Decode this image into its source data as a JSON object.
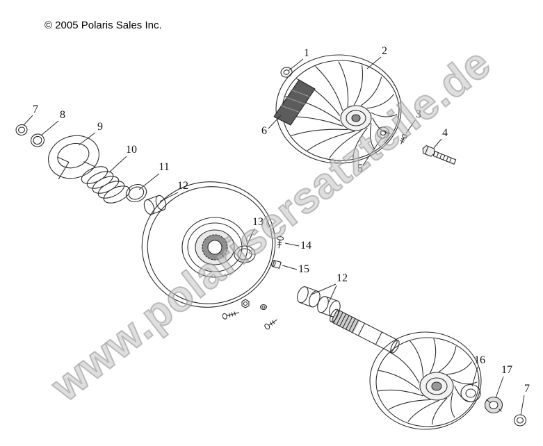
{
  "copyright": "© 2005 Polaris Sales Inc.",
  "watermark": "www.polarisersatzteile.de",
  "diagram": {
    "callouts": [
      {
        "n": "1",
        "label": [
          441,
          81
        ],
        "leaders": [
          [
            436,
            85,
            416,
            101
          ]
        ]
      },
      {
        "n": "2",
        "label": [
          553,
          78
        ],
        "leaders": [
          [
            548,
            82,
            528,
            99
          ]
        ]
      },
      {
        "n": "3",
        "label": [
          602,
          169
        ],
        "leaders": [
          [
            597,
            173,
            584,
            192
          ]
        ]
      },
      {
        "n": "4",
        "label": [
          640,
          196
        ],
        "leaders": [
          [
            635,
            200,
            624,
            213
          ]
        ]
      },
      {
        "n": "5",
        "label": [
          518,
          247
        ],
        "leaders": [
          [
            522,
            238,
            548,
            200
          ]
        ]
      },
      {
        "n": "6",
        "label": [
          380,
          193
        ],
        "leaders": [
          [
            386,
            185,
            404,
            166
          ]
        ]
      },
      {
        "n": "7",
        "label": [
          51,
          162
        ],
        "leaders": [
          [
            47,
            166,
            34,
            180
          ]
        ]
      },
      {
        "n": "8",
        "label": [
          90,
          170
        ],
        "leaders": [
          [
            84,
            174,
            59,
            195
          ]
        ]
      },
      {
        "n": "9",
        "label": [
          144,
          187
        ],
        "leaders": [
          [
            137,
            191,
            113,
            209
          ]
        ]
      },
      {
        "n": "10",
        "label": [
          189,
          220
        ],
        "leaders": [
          [
            182,
            225,
            157,
            248
          ]
        ]
      },
      {
        "n": "11",
        "label": [
          236,
          245
        ],
        "leaders": [
          [
            229,
            250,
            200,
            273
          ]
        ]
      },
      {
        "n": "12",
        "label": [
          263,
          272
        ],
        "leaders": [
          [
            256,
            277,
            230,
            290
          ]
        ]
      },
      {
        "n": "13",
        "label": [
          371,
          324
        ],
        "leaders": [
          [
            366,
            329,
            354,
            356
          ]
        ]
      },
      {
        "n": "14",
        "label": [
          440,
          358
        ],
        "leaders": [
          [
            430,
            354,
            410,
            350
          ]
        ]
      },
      {
        "n": "15",
        "label": [
          437,
          392
        ],
        "leaders": [
          [
            427,
            388,
            406,
            382
          ]
        ]
      },
      {
        "n": "12",
        "label": [
          492,
          405
        ],
        "leaders": [
          [
            483,
            409,
            448,
            424
          ],
          [
            484,
            411,
            473,
            435
          ]
        ]
      },
      {
        "n": "16",
        "label": [
          690,
          523
        ],
        "leaders": [
          [
            687,
            528,
            679,
            556
          ]
        ]
      },
      {
        "n": "17",
        "label": [
          729,
          537
        ],
        "leaders": [
          [
            724,
            542,
            713,
            573
          ]
        ]
      },
      {
        "n": "7",
        "label": [
          758,
          564
        ],
        "leaders": [
          [
            754,
            569,
            749,
            598
          ]
        ]
      }
    ]
  }
}
